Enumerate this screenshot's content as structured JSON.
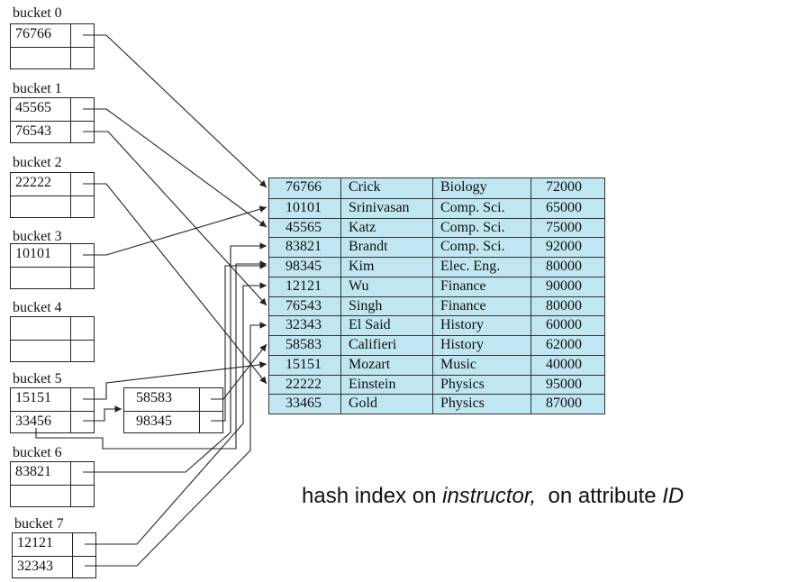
{
  "buckets": [
    {
      "label": "bucket 0",
      "keys": [
        "76766",
        ""
      ]
    },
    {
      "label": "bucket 1",
      "keys": [
        "45565",
        "76543"
      ]
    },
    {
      "label": "bucket 2",
      "keys": [
        "22222",
        ""
      ]
    },
    {
      "label": "bucket 3",
      "keys": [
        "10101",
        ""
      ]
    },
    {
      "label": "bucket 4",
      "keys": [
        "",
        ""
      ]
    },
    {
      "label": "bucket 5",
      "keys": [
        "15151",
        "33456"
      ]
    },
    {
      "label": "bucket 6",
      "keys": [
        "83821",
        ""
      ]
    },
    {
      "label": "bucket 7",
      "keys": [
        "12121",
        "32343"
      ]
    }
  ],
  "overflow_bucket": {
    "keys": [
      "58583",
      "98345"
    ]
  },
  "instructor_table": [
    [
      "76766",
      "Crick",
      "Biology",
      "72000"
    ],
    [
      "10101",
      "Srinivasan",
      "Comp. Sci.",
      "65000"
    ],
    [
      "45565",
      "Katz",
      "Comp. Sci.",
      "75000"
    ],
    [
      "83821",
      "Brandt",
      "Comp. Sci.",
      "92000"
    ],
    [
      "98345",
      "Kim",
      "Elec. Eng.",
      "80000"
    ],
    [
      "12121",
      "Wu",
      "Finance",
      "90000"
    ],
    [
      "76543",
      "Singh",
      "Finance",
      "80000"
    ],
    [
      "32343",
      "El Said",
      "History",
      "60000"
    ],
    [
      "58583",
      "Califieri",
      "History",
      "62000"
    ],
    [
      "15151",
      "Mozart",
      "Music",
      "40000"
    ],
    [
      "22222",
      "Einstein",
      "Physics",
      "95000"
    ],
    [
      "33465",
      "Gold",
      "Physics",
      "87000"
    ]
  ],
  "caption": {
    "part1": "hash index on ",
    "part2": "instructor,",
    "part3": "  on attribute ",
    "part4": "ID"
  },
  "colors": {
    "table_fill": "#bfe6f1",
    "line": "#222222"
  }
}
